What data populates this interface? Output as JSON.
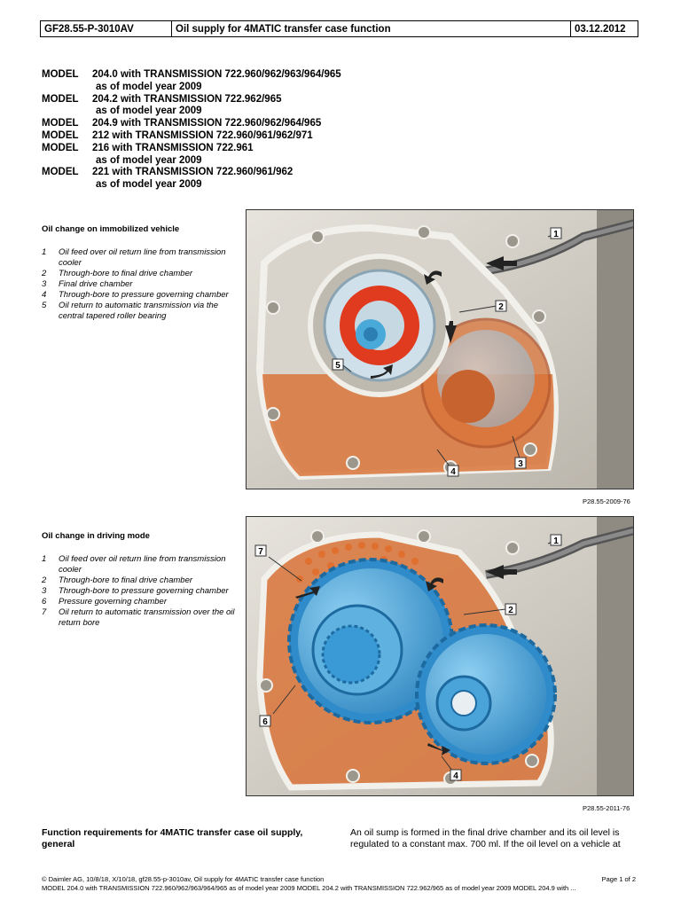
{
  "header": {
    "doc_id": "GF28.55-P-3010AV",
    "title": "Oil supply for 4MATIC transfer case function",
    "date": "03.12.2012"
  },
  "models": [
    {
      "key": "MODEL",
      "text": "204.0 with TRANSMISSION 722.960/962/963/964/965",
      "sub": "as of model year 2009"
    },
    {
      "key": "MODEL",
      "text": "204.2 with TRANSMISSION 722.962/965",
      "sub": "as of model year 2009"
    },
    {
      "key": "MODEL",
      "text": "204.9 with TRANSMISSION 722.960/962/964/965",
      "sub": ""
    },
    {
      "key": "MODEL",
      "text": "212 with TRANSMISSION 722.960/961/962/971",
      "sub": ""
    },
    {
      "key": "MODEL",
      "text": "216 with TRANSMISSION 722.961",
      "sub": "as of model year 2009"
    },
    {
      "key": "MODEL",
      "text": "221 with TRANSMISSION 722.960/961/962",
      "sub": "as of model year 2009"
    }
  ],
  "section1": {
    "title": "Oil change on immobilized vehicle",
    "items": [
      {
        "num": "1",
        "text": "Oil feed over oil return line from transmission cooler"
      },
      {
        "num": "2",
        "text": "Through-bore to final drive chamber"
      },
      {
        "num": "3",
        "text": "Final drive chamber"
      },
      {
        "num": "4",
        "text": "Through-bore to pressure governing chamber"
      },
      {
        "num": "5",
        "text": "Oil return to automatic transmission via the central tapered roller bearing"
      }
    ],
    "figure_ref": "P28.55-2009-76",
    "callouts": [
      "1",
      "2",
      "3",
      "4",
      "5"
    ]
  },
  "section2": {
    "title": "Oil change in driving mode",
    "items": [
      {
        "num": "1",
        "text": "Oil feed over oil return line from transmission cooler"
      },
      {
        "num": "2",
        "text": "Through-bore to final drive chamber"
      },
      {
        "num": "3",
        "text": "Through-bore to pressure governing chamber"
      },
      {
        "num": "6",
        "text": "Pressure governing chamber"
      },
      {
        "num": "7",
        "text": "Oil return to automatic transmission over the oil return bore"
      }
    ],
    "figure_ref": "P28.55-2011-76",
    "callouts": [
      "1",
      "2",
      "4",
      "6",
      "7"
    ]
  },
  "bottom": {
    "title": "Function requirements for 4MATIC transfer case oil supply, general",
    "text": "An oil sump is formed in the final drive chamber and its oil level is regulated to a constant max. 700 ml. If the oil level on a vehicle at"
  },
  "footer": {
    "copyright": "© Daimler AG, 10/8/18, X/10/18, gf28.55-p-3010av, Oil supply for 4MATIC transfer case function",
    "page": "Page 1 of 2",
    "models_line": "MODEL 204.0 with TRANSMISSION 722.960/962/963/964/965 as of model year 2009 MODEL 204.2 with TRANSMISSION 722.962/965 as of model year 2009 MODEL 204.9 with ..."
  },
  "colors": {
    "oil_orange": "#d9743a",
    "gear_blue": "#3a9ad6",
    "bearing_red": "#e03a1f",
    "housing_gray": "#c9c5bc"
  }
}
